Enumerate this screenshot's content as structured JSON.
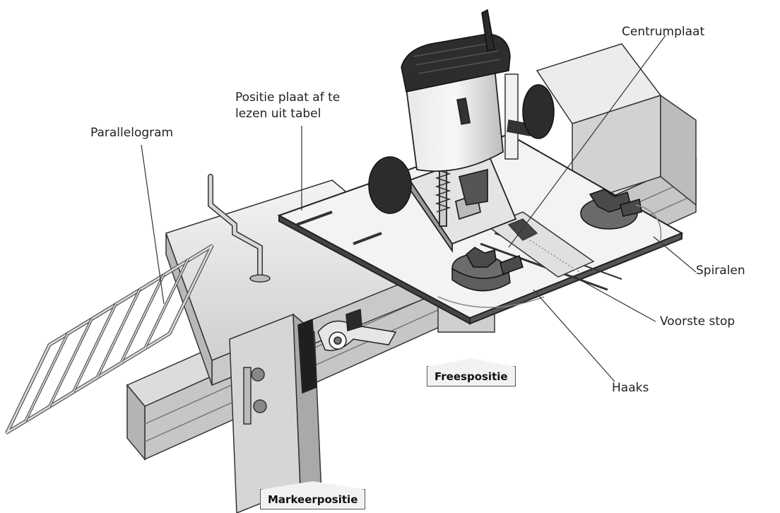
{
  "labels": {
    "centrumplaat": "Centrumplaat",
    "positie_line1": "Positie plaat af te",
    "positie_line2": "lezen uit tabel",
    "parallelogram": "Parallelogram",
    "spiralen": "Spiralen",
    "voorste_stop": "Voorste stop",
    "haaks": "Haaks",
    "freespositie": "Freespositie",
    "markeerpositie": "Markeerpositie"
  },
  "colors": {
    "ink": "#222222",
    "metal_light": "#e9e9e9",
    "metal_mid": "#c8c8c8",
    "metal_dark": "#8a8a8a",
    "body_black": "#2b2b2b",
    "knob_grey": "#5e5e5e"
  }
}
